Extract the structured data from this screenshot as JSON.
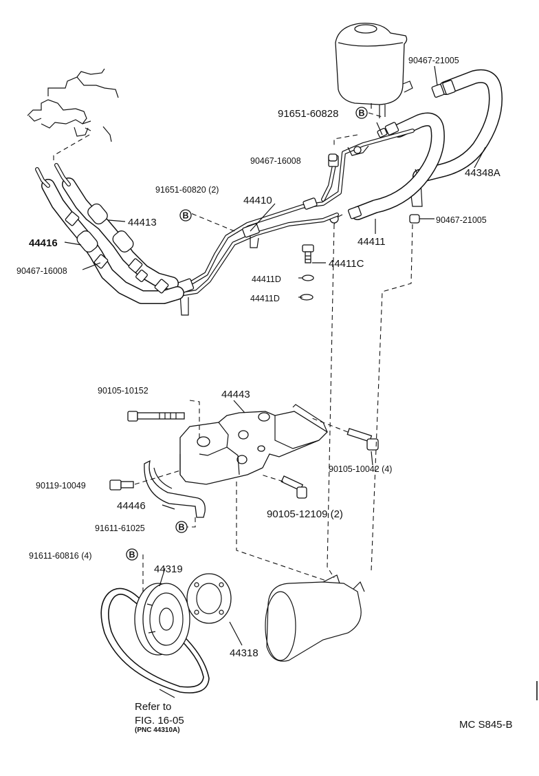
{
  "labels": {
    "p90467_21005_top": "90467-21005",
    "p91651_60828": "91651-60828",
    "p90467_16008_mid": "90467-16008",
    "p44348A": "44348A",
    "p91651_60820": "91651-60820 (2)",
    "p44410": "44410",
    "p44413": "44413",
    "p44416": "44416",
    "p90467_16008_left": "90467-16008",
    "p90467_21005_right": "90467-21005",
    "p44411": "44411",
    "p44411C": "44411C",
    "p44411D_a": "44411D",
    "p44411D_b": "44411D",
    "p90105_10152": "90105-10152",
    "p44443": "44443",
    "p90105_10042": "90105-10042 (4)",
    "p90119_10049": "90119-10049",
    "p44446": "44446",
    "p90105_12109": "90105-12109 (2)",
    "p91611_61025": "91611-61025",
    "p91611_60816": "91611-60816 (4)",
    "p44319": "44319",
    "p44318": "44318",
    "refer1": "Refer to",
    "refer2": "FIG. 16-05",
    "refer3": "(PNC 44310A)",
    "code": "MC S845-B"
  },
  "markers": {
    "b": "B"
  }
}
